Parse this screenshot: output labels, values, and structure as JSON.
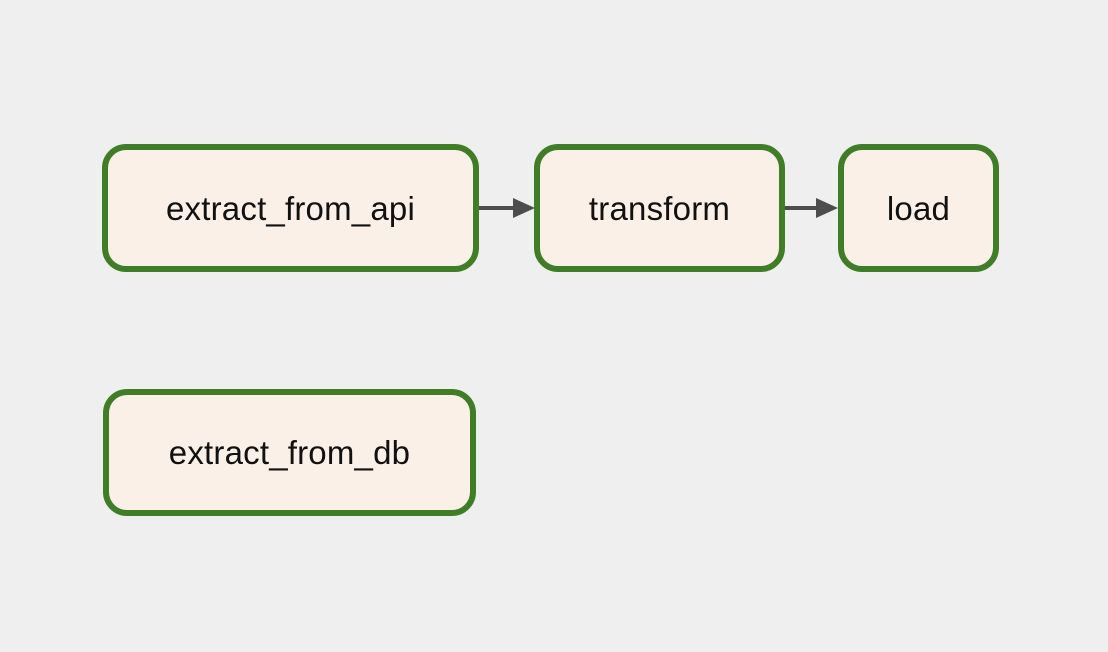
{
  "diagram": {
    "type": "dag",
    "nodes": [
      {
        "id": "extract_from_api",
        "label": "extract_from_api"
      },
      {
        "id": "transform",
        "label": "transform"
      },
      {
        "id": "load",
        "label": "load"
      },
      {
        "id": "extract_from_db",
        "label": "extract_from_db"
      }
    ],
    "edges": [
      {
        "from": "extract_from_api",
        "to": "transform"
      },
      {
        "from": "transform",
        "to": "load"
      }
    ]
  },
  "colors": {
    "background": "#f0eff0",
    "node_fill": "#faf0e8",
    "node_border": "#3f7e27",
    "edge": "#4d4d4d",
    "text": "#111111"
  }
}
